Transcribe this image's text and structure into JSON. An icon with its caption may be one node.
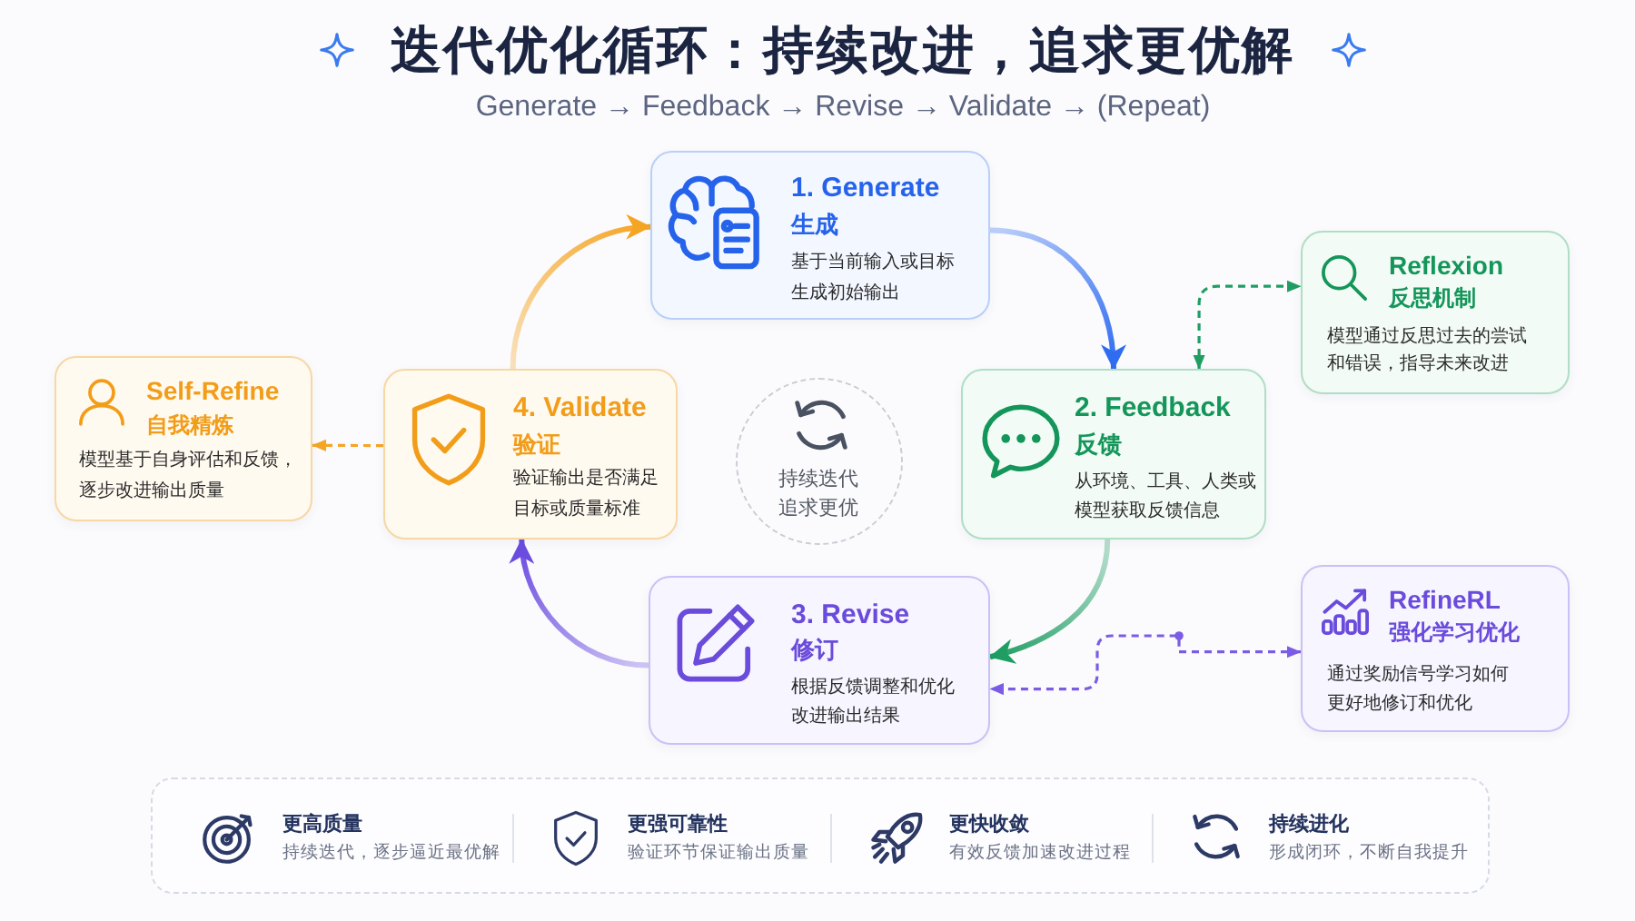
{
  "diagram": {
    "title": "迭代优化循环：持续改进，追求更优解",
    "nodes": [
      {
        "text": [
          "1. Generate",
          "生成",
          "基于当前输入或目标生成初始输出"
        ]
      },
      {
        "text": [
          "2. Feedback",
          "反馈",
          "从环境、工具、人类或模型获取反馈信息"
        ]
      },
      {
        "text": [
          "3. Revise",
          "修订",
          "根据反馈调整和优化改进输出结果"
        ]
      },
      {
        "text": [
          "4. Validate",
          "验证",
          "验证输出是否满足目标或质量标准"
        ]
      },
      {
        "text": [
          "持续迭代追求更优"
        ]
      },
      {
        "text": [
          "Reflexion",
          "反思机制",
          "模型通过反思过去的尝试和错误，指导未来改进"
        ]
      },
      {
        "text": [
          "RefineRL",
          "强化学习优化",
          "通过奖励信号学习如何更好地修订和优化"
        ]
      },
      {
        "text": [
          "Self-Refine",
          "自我精炼",
          "模型基于自身评估和反馈，逐步改进输出质量"
        ]
      },
      {
        "text": [
          "更高质量",
          "持续迭代，逐步逼近最优解",
          "更强可靠性",
          "验证环节保证输出质量",
          "更快收敛",
          "有效反馈加速改进过程",
          "持续进化",
          "形成闭环，不断自我提升"
        ]
      }
    ],
    "edges": [
      {
        "from": 0,
        "to": 1,
        "arrow": "to",
        "color": "#2f6cf0"
      },
      {
        "from": 1,
        "to": 2,
        "arrow": "to",
        "color": "#1f9d63"
      },
      {
        "from": 2,
        "to": 3,
        "arrow": "to",
        "color": "#6b4ce0"
      },
      {
        "from": 3,
        "to": 0,
        "arrow": "to",
        "color": "#f5a524"
      },
      {
        "from": 1,
        "to": 5,
        "arrow": "both",
        "style": "dashed",
        "color": "#1f9d63"
      },
      {
        "from": 6,
        "to": 2,
        "arrow": "both",
        "style": "dashed",
        "color": "#7b5ce5"
      },
      {
        "from": 3,
        "to": 7,
        "arrow": "to",
        "style": "dashed",
        "color": "#f5a524"
      }
    ],
    "labels": [
      "Generate → Feedback → Revise → Validate → (Repeat)"
    ]
  }
}
